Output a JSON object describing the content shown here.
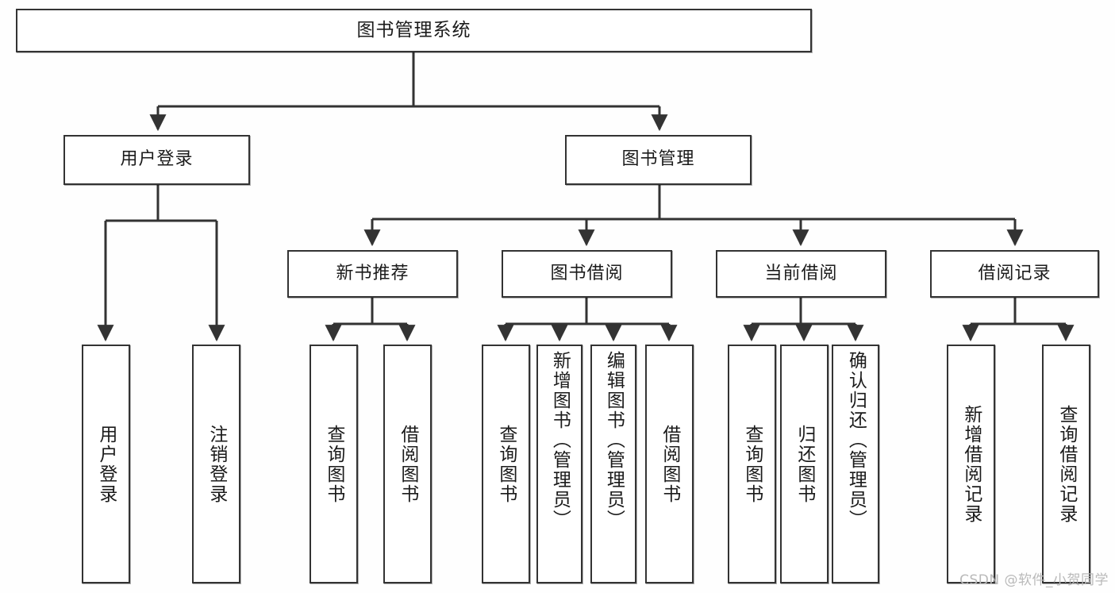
{
  "diagram": {
    "type": "tree",
    "title": "图书管理系统",
    "orientation": "top-down",
    "colors": {
      "background": "#fefefe",
      "node_fill": "#ffffff",
      "node_border": "#333333",
      "edge": "#333333",
      "text": "#1b1b1b",
      "watermark": "#b9b9b9"
    },
    "root": {
      "label": "图书管理系统"
    },
    "level2": [
      {
        "label": "用户登录"
      },
      {
        "label": "图书管理"
      }
    ],
    "level3": [
      {
        "label": "新书推荐"
      },
      {
        "label": "图书借阅"
      },
      {
        "label": "当前借阅"
      },
      {
        "label": "借阅记录"
      }
    ],
    "leaves": {
      "user_login": [
        {
          "label": "用户登录"
        },
        {
          "label": "注销登录"
        }
      ],
      "new_book_recommend": [
        {
          "label": "查询图书"
        },
        {
          "label": "借阅图书"
        }
      ],
      "book_borrow": [
        {
          "label": "查询图书"
        },
        {
          "label": "新增图书（管理员）"
        },
        {
          "label": "编辑图书（管理员）"
        },
        {
          "label": "借阅图书"
        }
      ],
      "current_borrow": [
        {
          "label": "查询图书"
        },
        {
          "label": "归还图书"
        },
        {
          "label": "确认归还（管理员）"
        }
      ],
      "borrow_record": [
        {
          "label": "新增借阅记录"
        },
        {
          "label": "查询借阅记录"
        }
      ]
    },
    "watermark": "CSDN @软件_小贺同学"
  }
}
